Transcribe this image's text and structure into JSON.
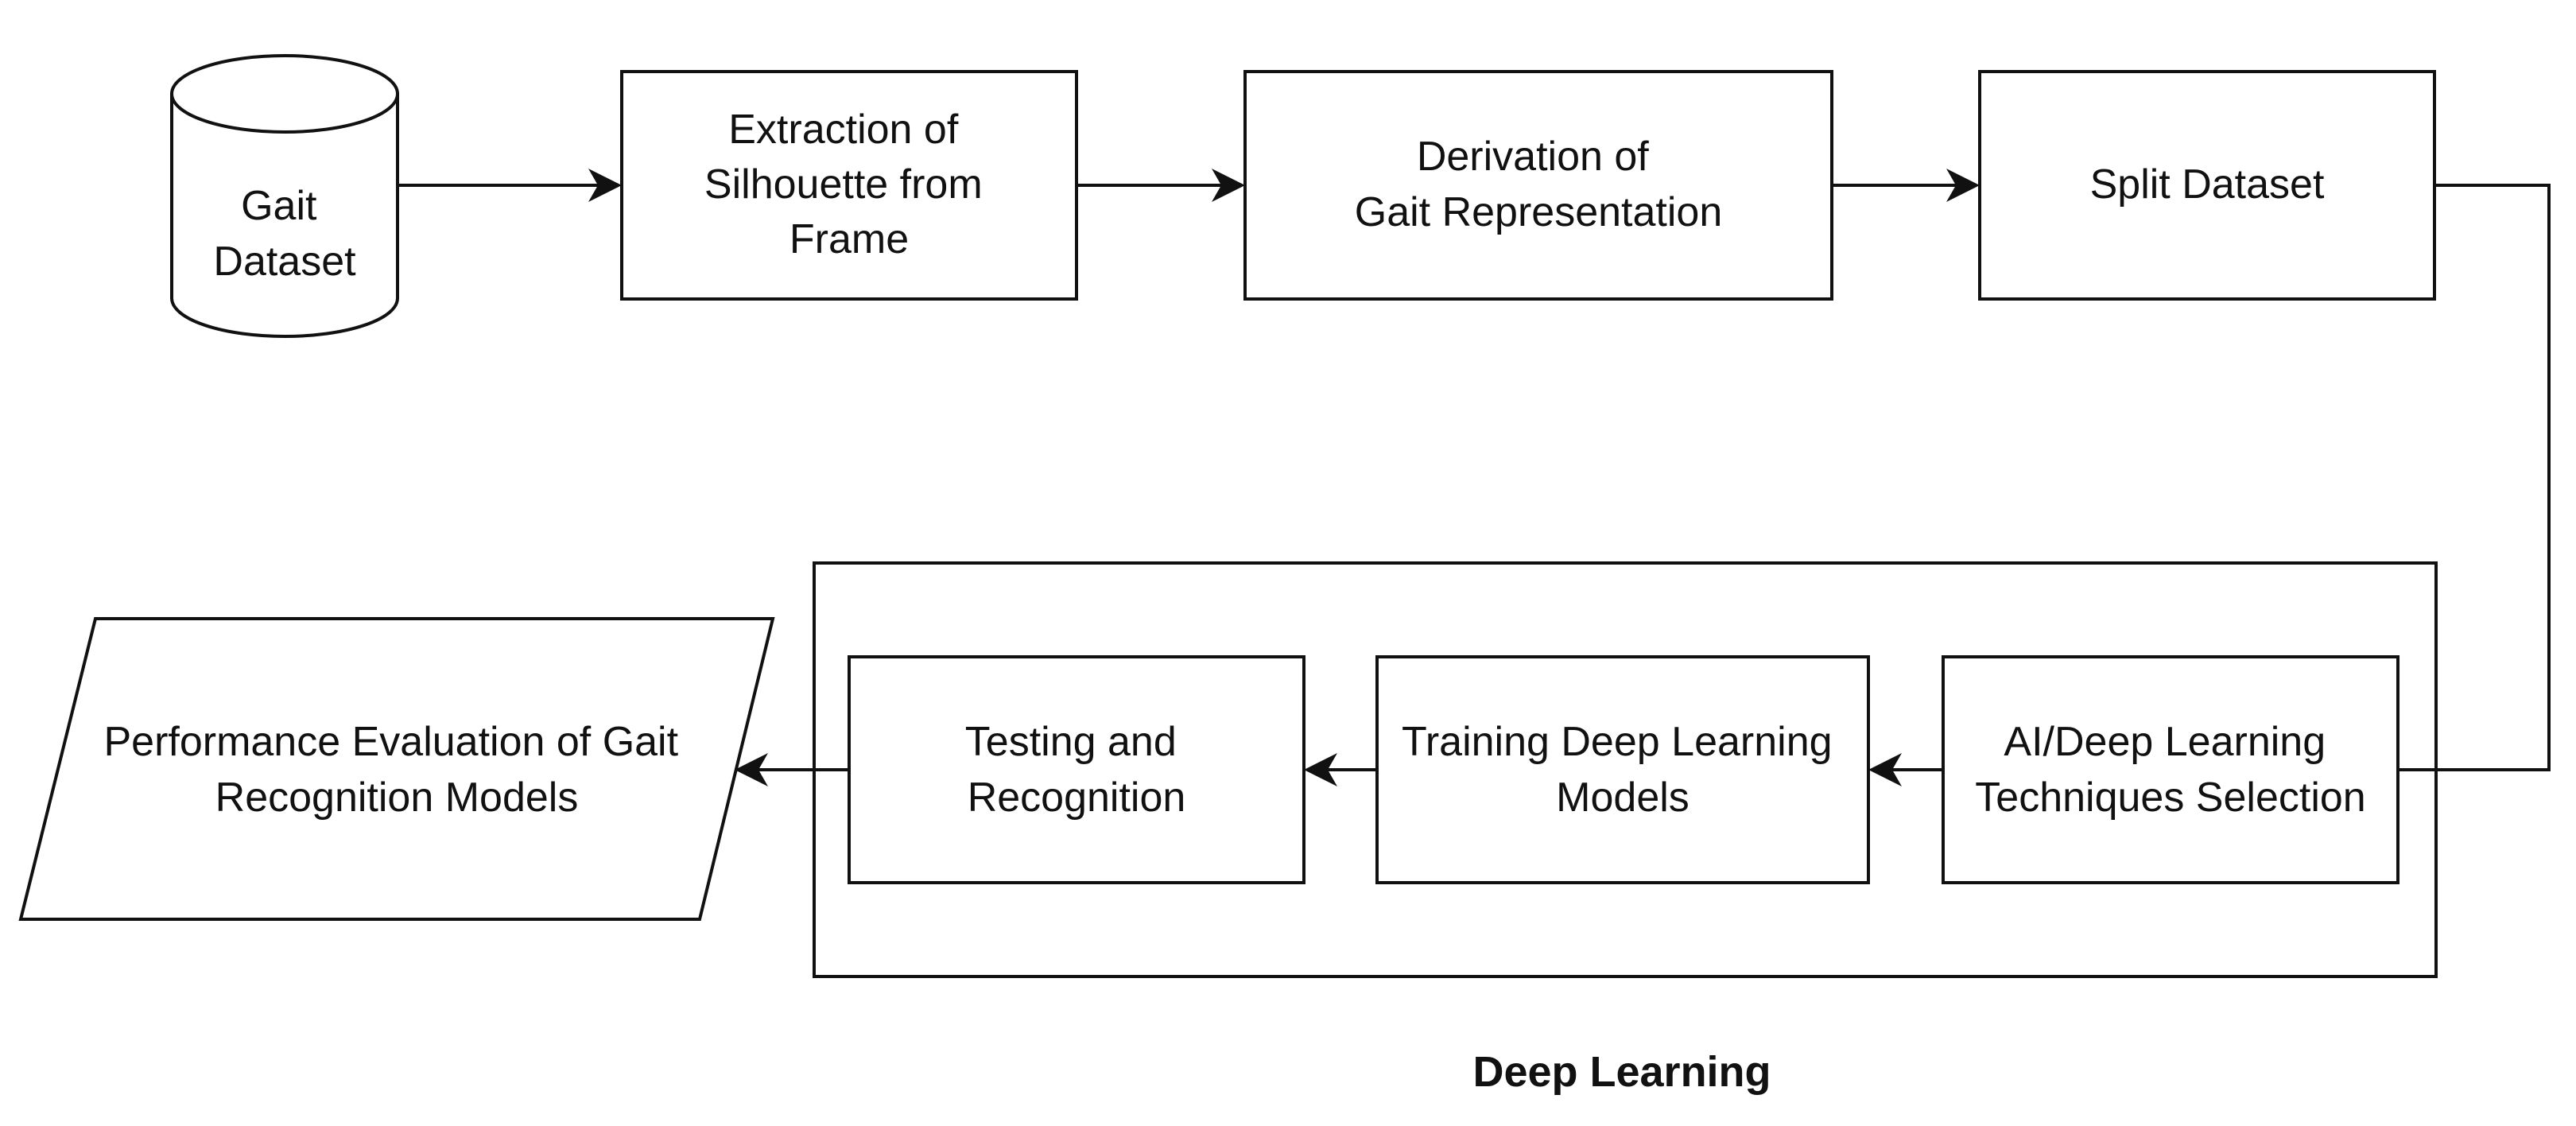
{
  "nodes": {
    "gait_dataset": {
      "lines": [
        "Gait",
        "Dataset"
      ]
    },
    "extraction": {
      "lines": [
        "Extraction of",
        "Silhouette from",
        "Frame"
      ]
    },
    "derivation": {
      "lines": [
        "Derivation of",
        "Gait Representation"
      ]
    },
    "split": {
      "lines": [
        "Split Dataset"
      ]
    },
    "ai_selection": {
      "lines": [
        "AI/Deep Learning",
        "Techniques Selection"
      ]
    },
    "training": {
      "lines": [
        "Training Deep Learning",
        "Models"
      ]
    },
    "testing": {
      "lines": [
        "Testing and",
        "Recognition"
      ]
    },
    "evaluation": {
      "lines": [
        "Performance Evaluation of Gait",
        "Recognition Models"
      ]
    }
  },
  "group": {
    "caption": "Deep Learning"
  },
  "colors": {
    "stroke": "#111111",
    "fill": "#ffffff",
    "text": "#111111"
  }
}
